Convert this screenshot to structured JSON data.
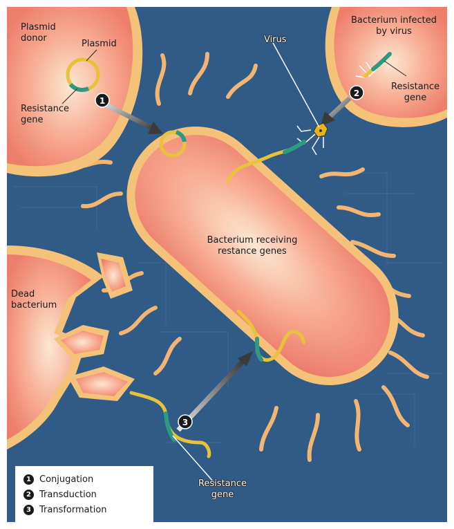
{
  "labels": {
    "plasmid_donor": "Plasmid\ndonor",
    "plasmid": "Plasmid",
    "resistance_gene_1": "Resistance\ngene",
    "virus": "Virus",
    "bacterium_infected": "Bacterium infected\nby virus",
    "resistance_gene_2": "Resistance\ngene",
    "bacterium_receiving": "Bacterium receiving\nrestance genes",
    "dead_bacterium": "Dead\nbacterium",
    "resistance_gene_3": "Resistance\ngene"
  },
  "markers": [
    "1",
    "2",
    "3"
  ],
  "legend": [
    {
      "number": "1",
      "label": "Conjugation"
    },
    {
      "number": "2",
      "label": "Transduction"
    },
    {
      "number": "3",
      "label": "Transformation"
    }
  ],
  "colors": {
    "background": "#2f5b86",
    "cell_fill": "#f08a78",
    "cell_rim": "#f5c27a",
    "dna_yellow": "#e8c23a",
    "dna_green": "#2f9a82"
  }
}
